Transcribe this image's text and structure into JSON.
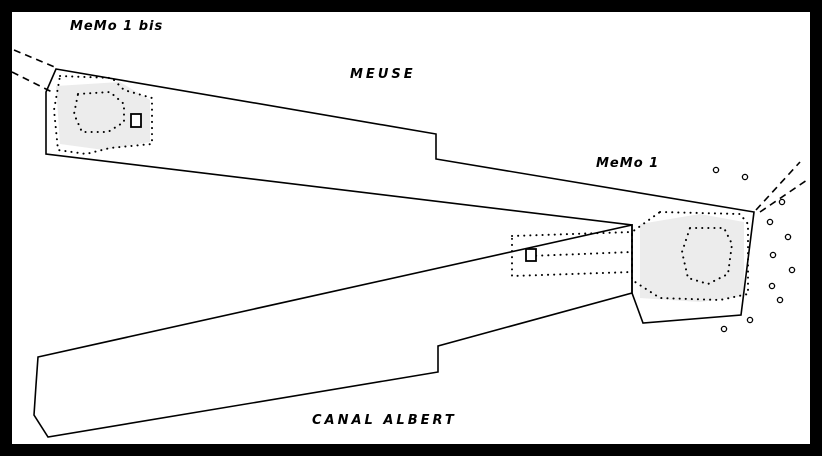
{
  "labels": {
    "memo_1_bis": "MeMo 1 bis",
    "meuse": "MEUSE",
    "memo_1": "MeMo 1",
    "canal_albert": "CANAL ALBERT"
  },
  "colors": {
    "ink": "#000000",
    "paper": "#ffffff",
    "border": "#000000"
  }
}
